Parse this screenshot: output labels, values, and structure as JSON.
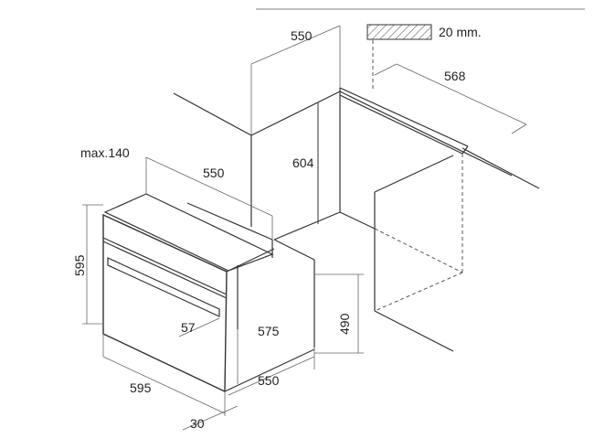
{
  "legend": {
    "thickness_label": "20 mm."
  },
  "cabinet": {
    "depth": "550",
    "height": "604",
    "width": "568",
    "shelf_height": "490"
  },
  "oven": {
    "max_protrusion": "max.140",
    "depth": "550",
    "height": "595",
    "width": "595",
    "handle_drop": "57",
    "body_height": "575",
    "body_depth": "550",
    "front_thickness": "30"
  }
}
